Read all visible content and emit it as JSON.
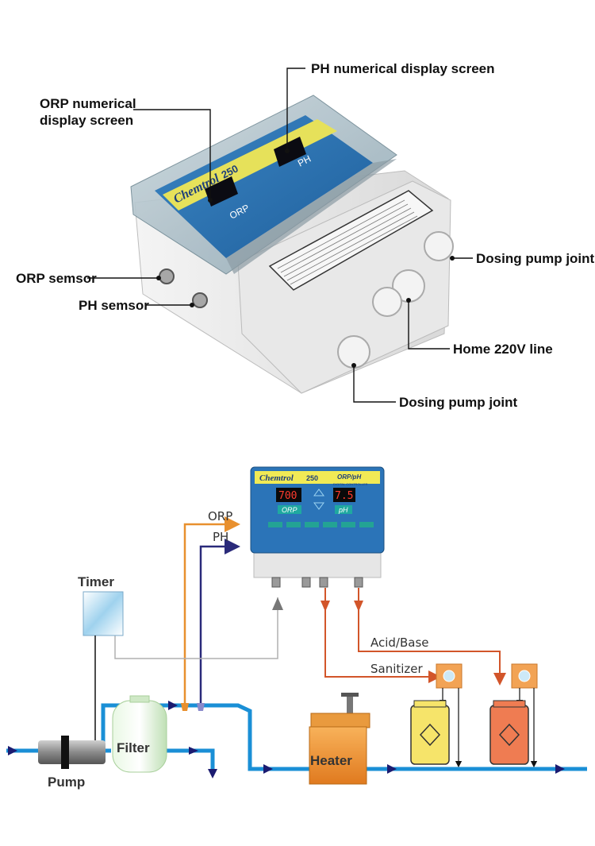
{
  "callouts": {
    "ph_display": "PH numerical display screen",
    "orp_display_1": "ORP numerical",
    "orp_display_2": "display screen",
    "orp_sensor": "ORP semsor",
    "ph_sensor": "PH semsor",
    "dosing_pump_joint_right": "Dosing pump joint",
    "home_line": "Home 220V line",
    "dosing_pump_joint_bottom": "Dosing pump joint"
  },
  "device_photo": {
    "brand": "Chemtrol",
    "model": "250",
    "orp_label": "ORP",
    "ph_label": "PH"
  },
  "diagram": {
    "controller": {
      "brand": "Chemtrol",
      "model": "250",
      "subtitle": "ORP/pH",
      "subtitle2": "DIGITAL CONTROLLER",
      "orp_reading": "700",
      "ph_reading": "7.5",
      "orp_label": "ORP",
      "ph_label": "pH"
    },
    "labels": {
      "orp": "ORP",
      "ph": "PH",
      "timer": "Timer",
      "acid_base": "Acid/Base",
      "sanitizer": "Sanitizer",
      "filter": "Filter",
      "heater": "Heater",
      "pump": "Pump"
    },
    "colors": {
      "pipe": "#1a8fd6",
      "orp_line": "#e8902e",
      "ph_line": "#2a2a7a",
      "dosing_line": "#d2552a",
      "control_line": "#b0b0b0"
    }
  }
}
